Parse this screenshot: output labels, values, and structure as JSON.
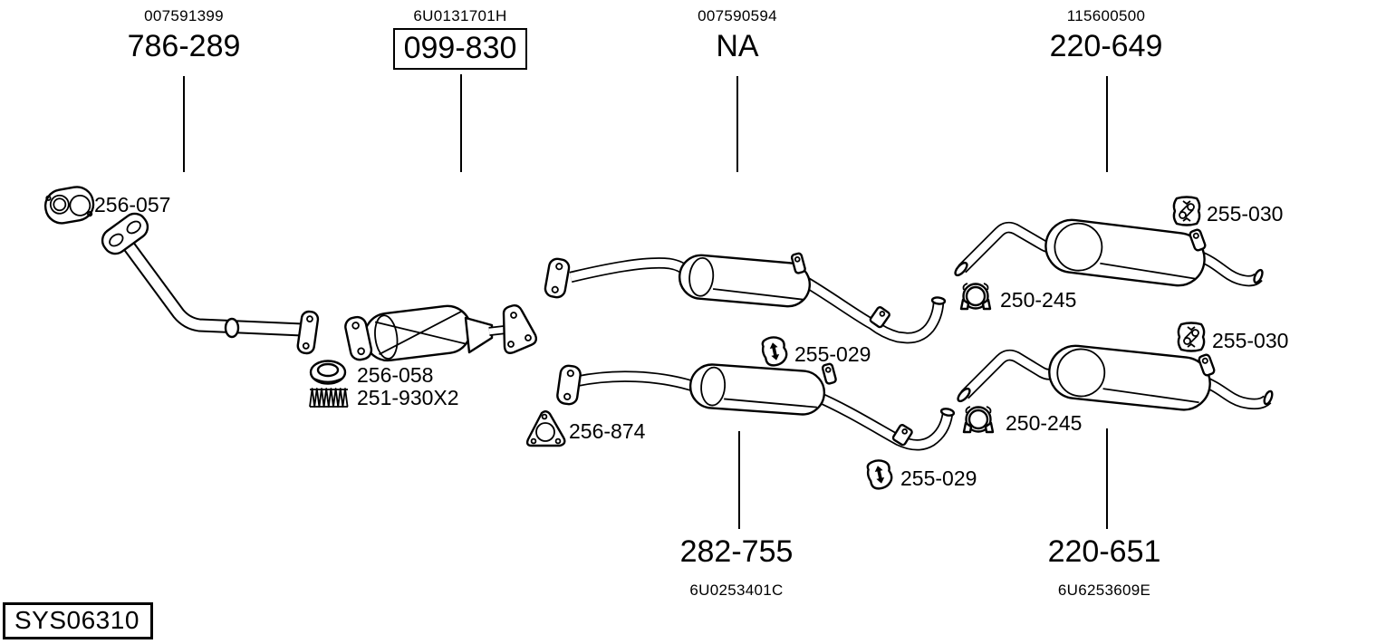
{
  "diagram": {
    "system_id": "SYS06310",
    "colors": {
      "ink": "#000000",
      "background": "#ffffff"
    },
    "top_labels": [
      {
        "ref": "007591399",
        "part": "786-289",
        "boxed": false
      },
      {
        "ref": "6U0131701H",
        "part": "099-830",
        "boxed": true
      },
      {
        "ref": "007590594",
        "part": "NA",
        "boxed": false
      },
      {
        "ref": "115600500",
        "part": "220-649",
        "boxed": false
      }
    ],
    "bottom_labels": [
      {
        "part": "282-755",
        "ref": "6U0253401C"
      },
      {
        "part": "220-651",
        "ref": "6U6253609E"
      }
    ],
    "part_labels": [
      {
        "text": "256-057",
        "icon": "gasket-icon"
      },
      {
        "text": "256-058",
        "icon": "ring-gasket-icon"
      },
      {
        "text": "251-930X2",
        "icon": "spring-icon"
      },
      {
        "text": "256-874",
        "icon": "triangle-gasket-icon"
      },
      {
        "text": "255-029",
        "icon": "rubber-hanger-icon"
      },
      {
        "text": "255-029",
        "icon": "rubber-hanger-icon"
      },
      {
        "text": "255-030",
        "icon": "rubber-hanger-icon"
      },
      {
        "text": "255-030",
        "icon": "rubber-hanger-icon"
      },
      {
        "text": "250-245",
        "icon": "pipe-clamp-icon"
      },
      {
        "text": "250-245",
        "icon": "pipe-clamp-icon"
      }
    ]
  }
}
